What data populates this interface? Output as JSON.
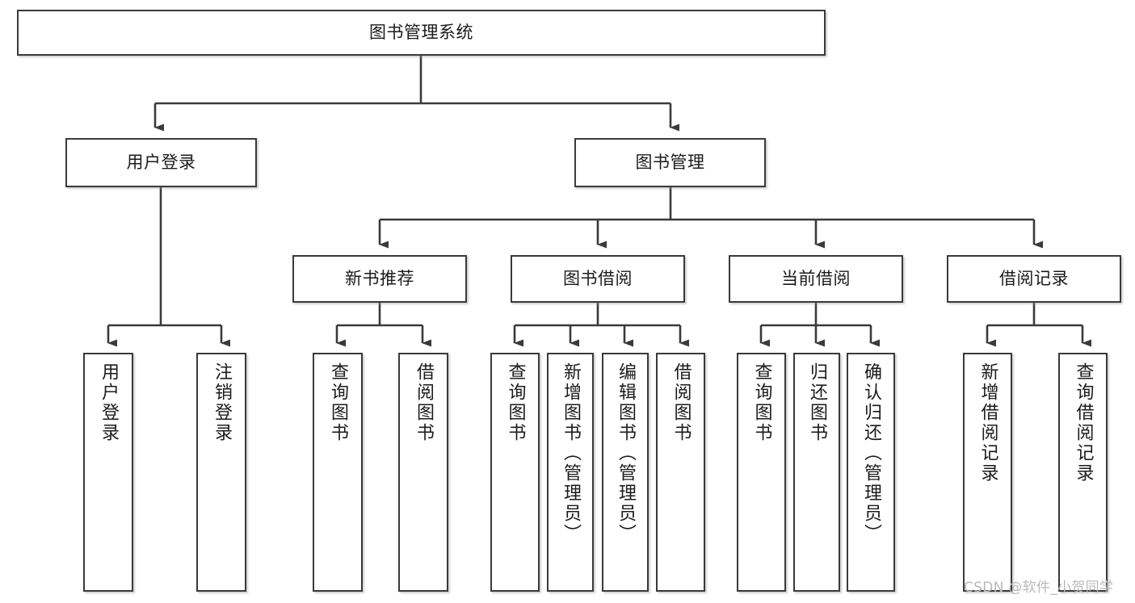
{
  "diagram": {
    "type": "tree",
    "title": "图书管理系统",
    "root": {
      "label": "图书管理系统"
    },
    "level1": [
      {
        "label": "用户登录"
      },
      {
        "label": "图书管理"
      }
    ],
    "level2": [
      {
        "label": "新书推荐"
      },
      {
        "label": "图书借阅"
      },
      {
        "label": "当前借阅"
      },
      {
        "label": "借阅记录"
      }
    ],
    "leaves_user_login": [
      {
        "label": "用户登录"
      },
      {
        "label": "注销登录"
      }
    ],
    "leaves_new_book": [
      {
        "label": "查询图书"
      },
      {
        "label": "借阅图书"
      }
    ],
    "leaves_borrow": [
      {
        "label": "查询图书"
      },
      {
        "label": "新增图书（管理员）"
      },
      {
        "label": "编辑图书（管理员）"
      },
      {
        "label": "借阅图书"
      }
    ],
    "leaves_current": [
      {
        "label": "查询图书"
      },
      {
        "label": "归还图书"
      },
      {
        "label": "确认归还（管理员）"
      }
    ],
    "leaves_record": [
      {
        "label": "新增借阅记录"
      },
      {
        "label": "查询借阅记录"
      }
    ],
    "colors": {
      "border": "#3a3a3a",
      "background": "#ffffff",
      "text": "#1b1b1b",
      "connector": "#3a3a3a",
      "watermark": "#b9b9b9"
    }
  },
  "watermark": {
    "text": "CSDN @软件_小贺同学"
  }
}
